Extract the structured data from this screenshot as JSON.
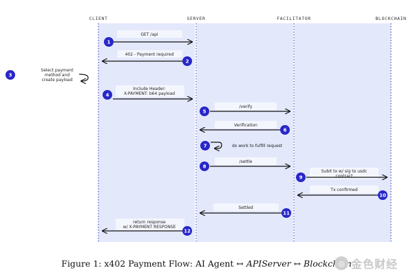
{
  "lanes": [
    "CLIENT",
    "SERVER",
    "FACILITATOR",
    "BLOCKCHAIN"
  ],
  "steps": [
    {
      "num": "1",
      "label": [
        "GET /api"
      ]
    },
    {
      "num": "2",
      "label": [
        "402 - Payment required"
      ]
    },
    {
      "num": "3",
      "label": [
        "Select payment",
        "method and",
        "create payload"
      ]
    },
    {
      "num": "4",
      "label": [
        "Include Header:",
        "X-PAYMENT: b64 payload"
      ]
    },
    {
      "num": "5",
      "label": [
        "/verify"
      ]
    },
    {
      "num": "6",
      "label": [
        "Verification"
      ]
    },
    {
      "num": "7",
      "label": [
        "do work to fulfill request"
      ]
    },
    {
      "num": "8",
      "label": [
        "/settle"
      ]
    },
    {
      "num": "9",
      "label": [
        "Subit tx w/ sig to usdc",
        "contract"
      ]
    },
    {
      "num": "10",
      "label": [
        "Tx confirmed"
      ]
    },
    {
      "num": "11",
      "label": [
        "Settled"
      ]
    },
    {
      "num": "12",
      "label": [
        "return response",
        "w/ X-PAYMENT RESPONSE"
      ]
    }
  ],
  "caption": {
    "prefix": "Figure 1: x402 Payment Flow: AI Agent ↔ ",
    "api_server": "APIServer",
    "arrow": " ↔ ",
    "blockchain": "Blockchain"
  },
  "watermark": {
    "text": "金色财经",
    "icon": "gold-coin-logo"
  },
  "colors": {
    "accent": "#2727c8",
    "panel": "#e3e8fb",
    "lane_dash": "#2727c8"
  }
}
